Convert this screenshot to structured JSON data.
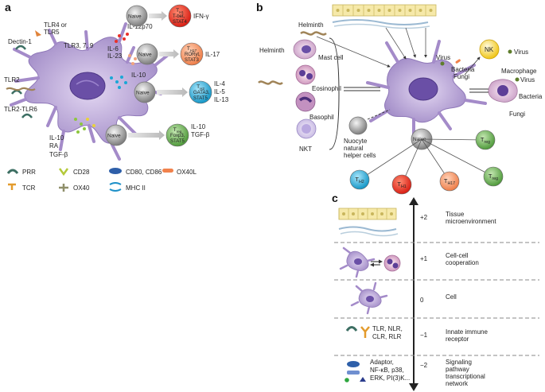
{
  "panel_a": {
    "label": "a",
    "receptors": {
      "tlr4": "TLR4 or",
      "tlr5": "TLR5",
      "dectin": "Dectin-1",
      "tlr379": "TLR3, 7, 9",
      "tlr2": "TLR2",
      "tlr26": "TLR2-TLR6"
    },
    "cytokines": {
      "il12": "IL-12p70",
      "il6": "IL-6",
      "il23": "IL-23",
      "il10": "IL-10",
      "il10b": "IL-10",
      "ra": "RA",
      "tgfb": "TGF-β"
    },
    "naive_label": "Naive",
    "outputs": [
      {
        "cell": "TH1",
        "tf1": "T-bet,",
        "tf2": "STAT4",
        "cytokines": [
          "IFN-γ"
        ],
        "color": "#e8312a"
      },
      {
        "cell": "TH17",
        "tf1": "RORγt,",
        "tf2": "STAT3",
        "cytokines": [
          "IL-17"
        ],
        "color": "#f18e5c"
      },
      {
        "cell": "TH2",
        "tf1": "GATA3,",
        "tf2": "STAT5",
        "cytokines": [
          "IL-4",
          "IL-5",
          "IL-13"
        ],
        "color": "#1aa7d6"
      },
      {
        "cell": "Treg",
        "tf1": "Foxp3,",
        "tf2": "STAT5",
        "cytokines": [
          "IL-10",
          "TGF-β"
        ],
        "color": "#5ea547"
      }
    ],
    "legend": [
      {
        "icon": "prr-icon",
        "label": "PRR"
      },
      {
        "icon": "cd28-icon",
        "label": "CD28"
      },
      {
        "icon": "cd80-icon",
        "label": "CD80, CD86"
      },
      {
        "icon": "ox40l-icon",
        "label": "OX40L"
      },
      {
        "icon": "tcr-icon",
        "label": "TCR"
      },
      {
        "icon": "ox40-icon",
        "label": "OX40"
      },
      {
        "icon": "mhc-icon",
        "label": "MHC II"
      }
    ]
  },
  "panel_b": {
    "label": "b",
    "helminth_left": "Helminth",
    "helminth_top": "Helminth",
    "cells": [
      "Mast cell",
      "Eosinophil",
      "Basophil",
      "NKT"
    ],
    "nuocyte": [
      "Nuocyte",
      "natural",
      "helper cells"
    ],
    "virus1": "Virus",
    "virus2": "Virus",
    "virus3": "Virus",
    "bacteria1": "Bacteria",
    "fungi1": "Fungi",
    "nk": "NK",
    "macrophage": "Macrophage",
    "bacteria2": "Bacteria",
    "fungi2": "Fungi",
    "naive_label": "Naive",
    "tcells": [
      "TH2",
      "TH1",
      "TH17",
      "Treg",
      "Treg"
    ]
  },
  "panel_c": {
    "label": "c",
    "levels": [
      {
        "num": "+2",
        "text": [
          "Tissue",
          "microenvironment"
        ]
      },
      {
        "num": "+1",
        "text": [
          "Cell-cell",
          "cooperation"
        ]
      },
      {
        "num": "0",
        "text": [
          "Cell"
        ]
      },
      {
        "num": "−1",
        "text": [
          "Innate immune",
          "receptor"
        ]
      },
      {
        "num": "−2",
        "text": [
          "Signaling",
          "pathway",
          "transcriptional",
          "network"
        ]
      }
    ],
    "receptor_text": [
      "TLR, NLR,",
      "CLR, RLR"
    ],
    "signal_text": [
      "Adaptor,",
      "NF-κB, p38,",
      "ERK, PI(3)K..."
    ]
  },
  "colors": {
    "dc_purple": "#a48bc9",
    "th1_red": "#e8312a",
    "th17_orange": "#f18e5c",
    "th2_cyan": "#1aa7d6",
    "treg_green": "#5ea547",
    "naive_grey": "#9a9a9a",
    "tissue_yellow": "#f4e7a6"
  }
}
